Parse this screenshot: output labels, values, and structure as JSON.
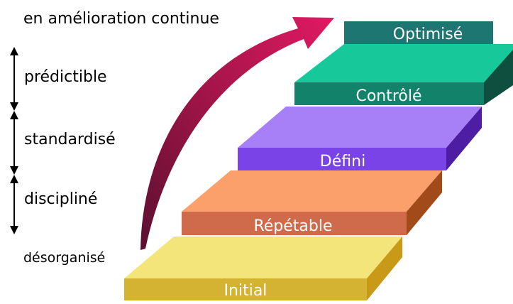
{
  "diagram": {
    "top_label": "en amélioration continue",
    "side_labels": [
      "prédictible",
      "standardisé",
      "discipliné",
      "désorganisé"
    ],
    "steps": [
      {
        "label": "Initial",
        "color_top": "#f3e57a",
        "color_front": "#d4b232",
        "color_side": "#c99a18"
      },
      {
        "label": "Répétable",
        "color_top": "#fb9f6b",
        "color_front": "#cf6a4a",
        "color_side": "#a34a1a"
      },
      {
        "label": "Défini",
        "color_top": "#a77ff7",
        "color_front": "#7a43e8",
        "color_side": "#4d1ea4"
      },
      {
        "label": "Contrôlé",
        "color_top": "#17c89a",
        "color_front": "#12836a",
        "color_side": "#0f4f3f"
      },
      {
        "label": "Optimisé",
        "color_top": "#1f7d78",
        "color_front": "#1e7673",
        "color_side": "#144f4c"
      }
    ],
    "arrow_color": "#d0185f"
  }
}
